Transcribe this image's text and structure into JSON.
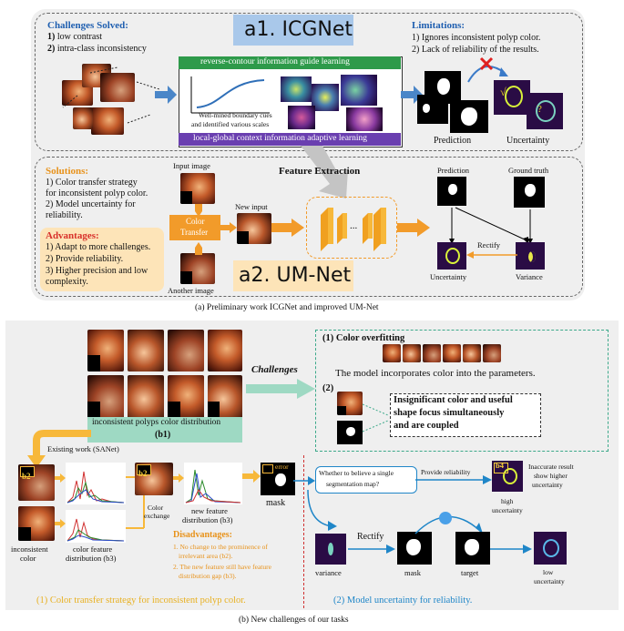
{
  "colors": {
    "blue": "#1f5fb0",
    "orange": "#f29b2a",
    "green": "#2e9a4a",
    "purple": "#6a3fb0",
    "panel_bg": "#efefef",
    "adv_bg": "#fde4b8",
    "teal": "#7ccfb8"
  },
  "a1": {
    "title": "a1. ICGNet",
    "challenges_title": "Challenges Solved:",
    "challenge_1_num": "1)",
    "challenge_1": "low contrast",
    "challenge_2_num": "2)",
    "challenge_2": "intra-class inconsistency",
    "green_bar": "reverse-contour information guide learning",
    "purple_bar": "local-global context information adaptive learning",
    "boundary_text_1": "Well-mined boundary cues",
    "boundary_text_2": "and identified various scales",
    "limitations_title": "Limitations:",
    "limitation_1": "1) Ignores inconsistent polyp color.",
    "limitation_2": "2) Lack of reliability of the results.",
    "prediction": "Prediction",
    "uncertainty": "Uncertainty",
    "check": "√",
    "question": "?"
  },
  "a2": {
    "title": "a2. UM-Net",
    "solutions_title": "Solutions:",
    "solution_1a": "1) Color transfer strategy",
    "solution_1b": "for inconsistent polyp color.",
    "solution_2a": "2) Model uncertainty for",
    "solution_2b": "reliability.",
    "advantages_title": "Advantages:",
    "advantage_1": "1) Adapt to more challenges.",
    "advantage_2": "2) Provide reliability.",
    "advantage_3a": "3) Higher precision and low",
    "advantage_3b": "complexity.",
    "input_image": "Input image",
    "another_image": "Another image",
    "color_transfer_1": "Color",
    "color_transfer_2": "Transfer",
    "new_input": "New input",
    "feature_extraction": "Feature Extraction",
    "dots": "...",
    "prediction": "Prediction",
    "ground_truth": "Ground truth",
    "rectify": "Rectify",
    "uncertainty": "Uncertainty",
    "variance": "Variance"
  },
  "caption_a": "(a) Preliminary work ICGNet and improved UM-Net",
  "b": {
    "inconsistent_label": "inconsistent polyps color distribution",
    "b1": "(b1)",
    "challenges": "Challenges",
    "color_overfitting": "(1) Color overfitting",
    "overfit_text": "The model incorporates color into the parameters.",
    "item2": "(2)",
    "insig_1": "Insignificant color and useful",
    "insig_2": "shape focus simultaneously",
    "insig_3": "and are coupled",
    "existing_work": "Existing work (SANet)",
    "b2": "b2",
    "error": "error",
    "color_exchange_1": "Color",
    "color_exchange_2": "exchange",
    "new_feature_1": "new feature",
    "new_feature_2": "distribution (b3)",
    "mask": "mask",
    "inconsistent_color_1": "inconsistent",
    "inconsistent_color_2": "color",
    "color_feature_1": "color feature",
    "color_feature_2": "distribution (b3)",
    "disadvantages": "Disadvantages:",
    "dis_1a": "1. No change to the prominence of",
    "dis_1b": "irrelevant area (b2).",
    "dis_2a": "2. The new feature still have feature",
    "dis_2b": "distribution gap (b3).",
    "whether_1": "Whether to believe a single",
    "whether_2": "segmentation map?",
    "provide_reliability": "Provide reliability",
    "b4": "b4",
    "inaccurate_1": "Inaccurate result",
    "inaccurate_2": "show higher",
    "inaccurate_3": "uncertainty",
    "high_unc_1": "high",
    "high_unc_2": "uncertainty",
    "rectify": "Rectify",
    "variance": "variance",
    "mask2": "mask",
    "target": "target",
    "low_unc_1": "low",
    "low_unc_2": "uncertainty",
    "footer_left": "(1) Color transfer strategy for inconsistent polyp color.",
    "footer_right": "(2) Model uncertainty for reliability."
  },
  "caption_b": "(b) New challenges of our tasks"
}
